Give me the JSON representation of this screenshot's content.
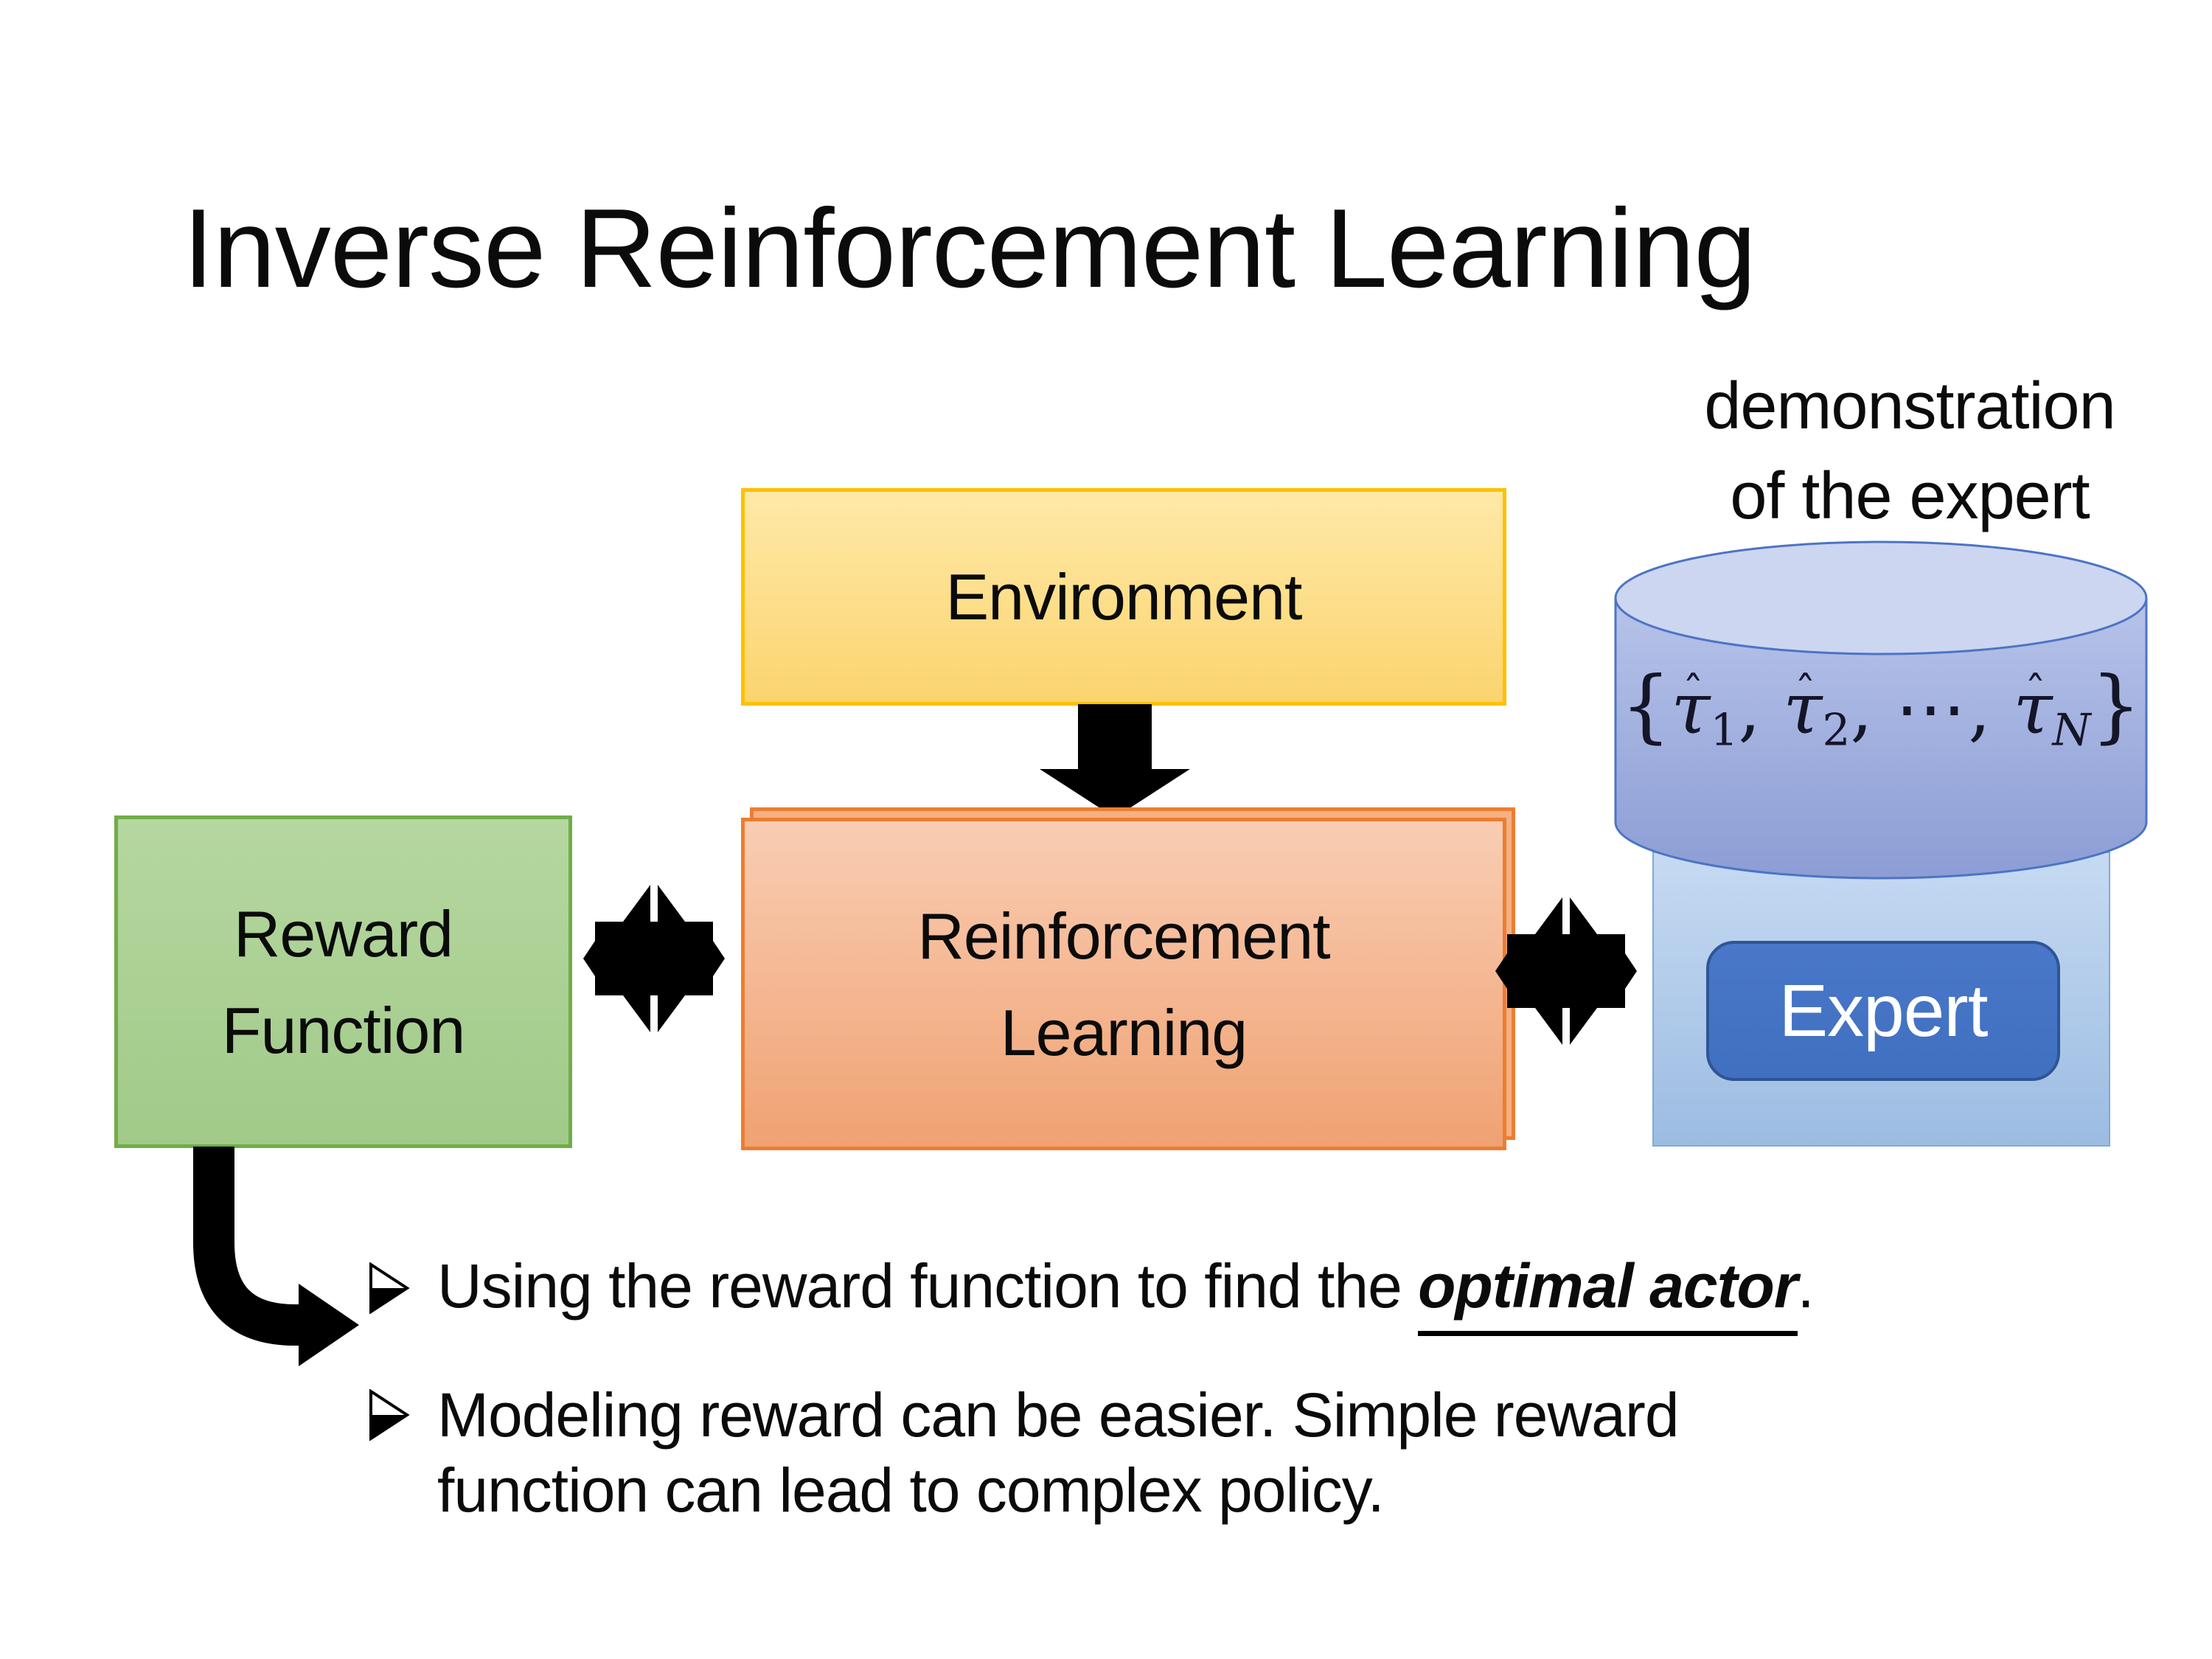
{
  "title": "Inverse Reinforcement Learning",
  "annotation": {
    "line1": "demonstration",
    "line2": "of the expert"
  },
  "boxes": {
    "environment": {
      "label": "Environment"
    },
    "reward_function": {
      "line1": "Reward",
      "line2": "Function"
    },
    "reinforcement_learning": {
      "line1": "Reinforcement",
      "line2": "Learning"
    },
    "expert": {
      "label": "Expert"
    }
  },
  "demonstration_set": {
    "lbrace": "{",
    "tau": "τ",
    "hat": "ˆ",
    "sub_1": "1",
    "sep_1": ", ",
    "sub_2": "2",
    "sep_2": ", ",
    "dots": "⋯",
    "sep_3": ", ",
    "sub_n": "N",
    "rbrace": "}"
  },
  "bullets": {
    "item1": {
      "before": "Using the reward function to find the ",
      "emphasis": "optimal actor",
      "after": "."
    },
    "item2": {
      "line1": "Modeling reward can be easier. Simple reward",
      "line2": "function can lead to complex policy."
    }
  },
  "icons": {
    "bullet_marker": "3d-right-arrowhead",
    "down_arrow": "solid-down-arrow",
    "exchange_arrow": "double-headed-exchange-arrow",
    "elbow_arrow": "elbow-right-arrow"
  },
  "colors": {
    "environment_border": "#FFC000",
    "environment_fill_top": "#FFE9A8",
    "environment_fill_bottom": "#FBD46F",
    "reward_border": "#70AD47",
    "reward_fill_top": "#B5D7A0",
    "reward_fill_bottom": "#A1CA89",
    "rl_border": "#ED7D31",
    "rl_fill_top": "#F9CDB3",
    "rl_fill_bottom": "#F0A273",
    "expert_panel_fill_top": "#C6DAF2",
    "expert_panel_fill_bottom": "#9CBCE2",
    "expert_button_fill": "#4472C4",
    "expert_button_border": "#2E5596",
    "cylinder_fill_top": "#B7C3E9",
    "cylinder_fill_bottom": "#8C9DD5",
    "cylinder_top_fill": "#CDD6F0",
    "cylinder_border": "#4C74C4",
    "arrow_black": "#000000",
    "text_black": "#0B0B0B"
  }
}
